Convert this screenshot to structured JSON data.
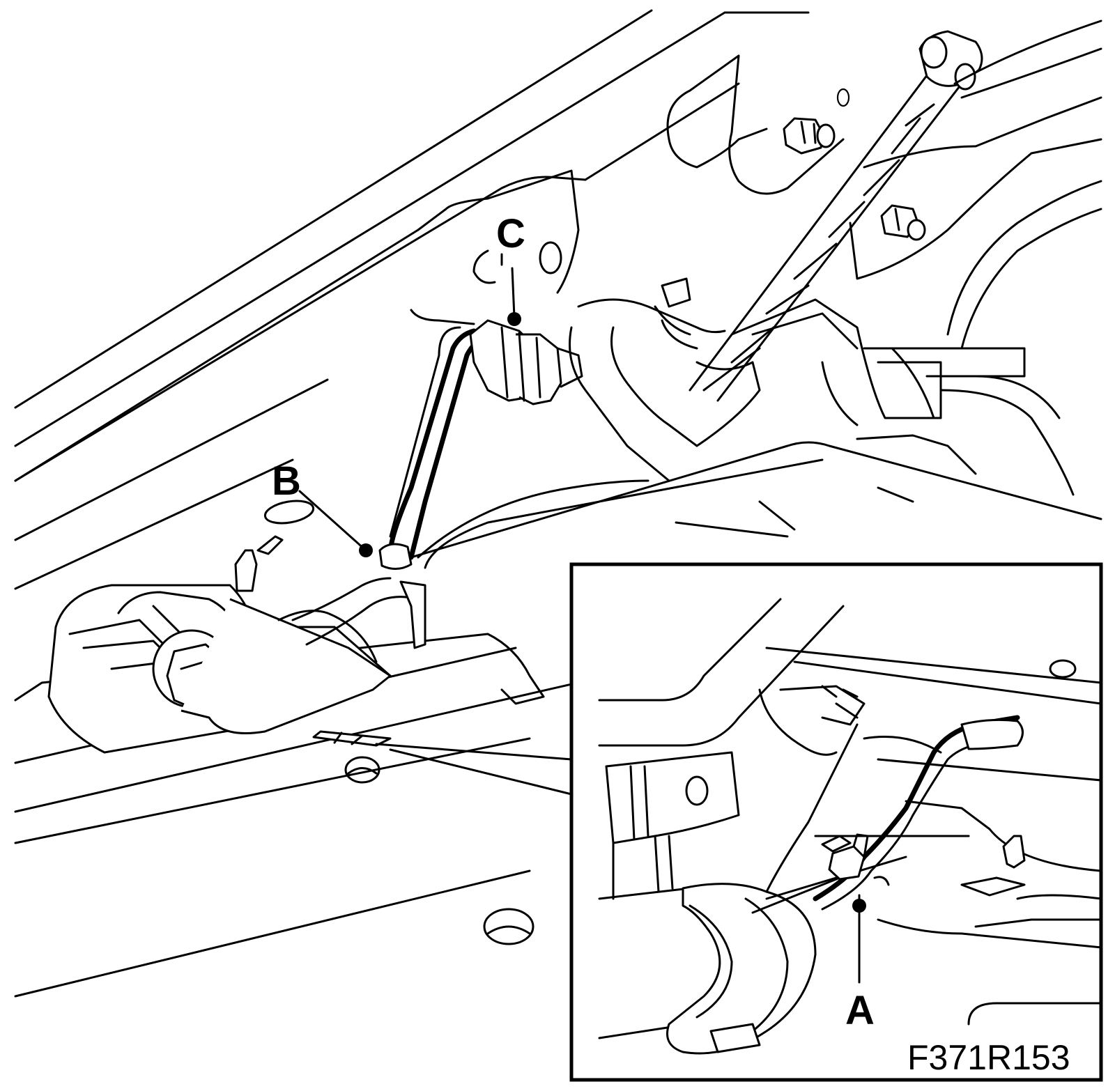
{
  "figure": {
    "code": "F371R153",
    "callouts": {
      "a": "A",
      "b": "B",
      "c": "C"
    }
  }
}
